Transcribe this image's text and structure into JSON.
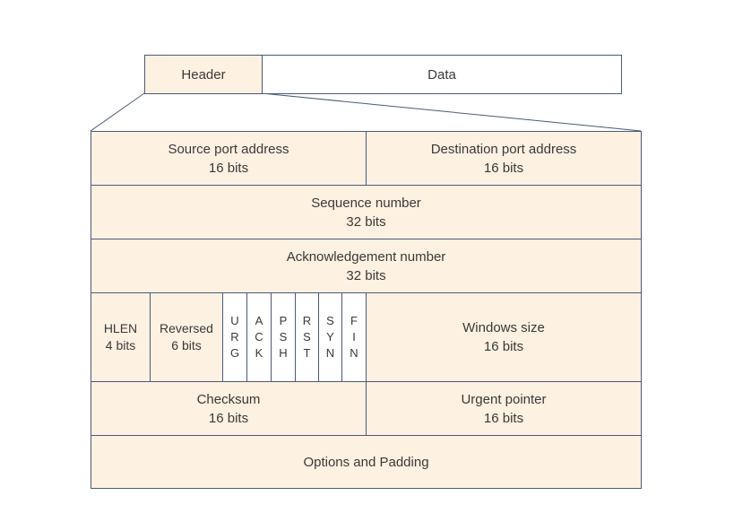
{
  "top": {
    "header": "Header",
    "data": "Data"
  },
  "fields": {
    "source_port": {
      "name": "Source port address",
      "size": "16 bits"
    },
    "dest_port": {
      "name": "Destination port address",
      "size": "16 bits"
    },
    "sequence": {
      "name": "Sequence number",
      "size": "32 bits"
    },
    "ack": {
      "name": "Acknowledgement number",
      "size": "32 bits"
    },
    "hlen": {
      "name": "HLEN",
      "size": "4 bits"
    },
    "reserved": {
      "name": "Reversed",
      "size": "6 bits"
    },
    "window": {
      "name": "Windows size",
      "size": "16 bits"
    },
    "checksum": {
      "name": "Checksum",
      "size": "16 bits"
    },
    "urgent": {
      "name": "Urgent pointer",
      "size": "16 bits"
    },
    "options": {
      "name": "Options and Padding"
    }
  },
  "flags": [
    {
      "l1": "U",
      "l2": "R",
      "l3": "G"
    },
    {
      "l1": "A",
      "l2": "C",
      "l3": "K"
    },
    {
      "l1": "P",
      "l2": "S",
      "l3": "H"
    },
    {
      "l1": "R",
      "l2": "S",
      "l3": "T"
    },
    {
      "l1": "S",
      "l2": "Y",
      "l3": "N"
    },
    {
      "l1": "F",
      "l2": "I",
      "l3": "N"
    }
  ]
}
